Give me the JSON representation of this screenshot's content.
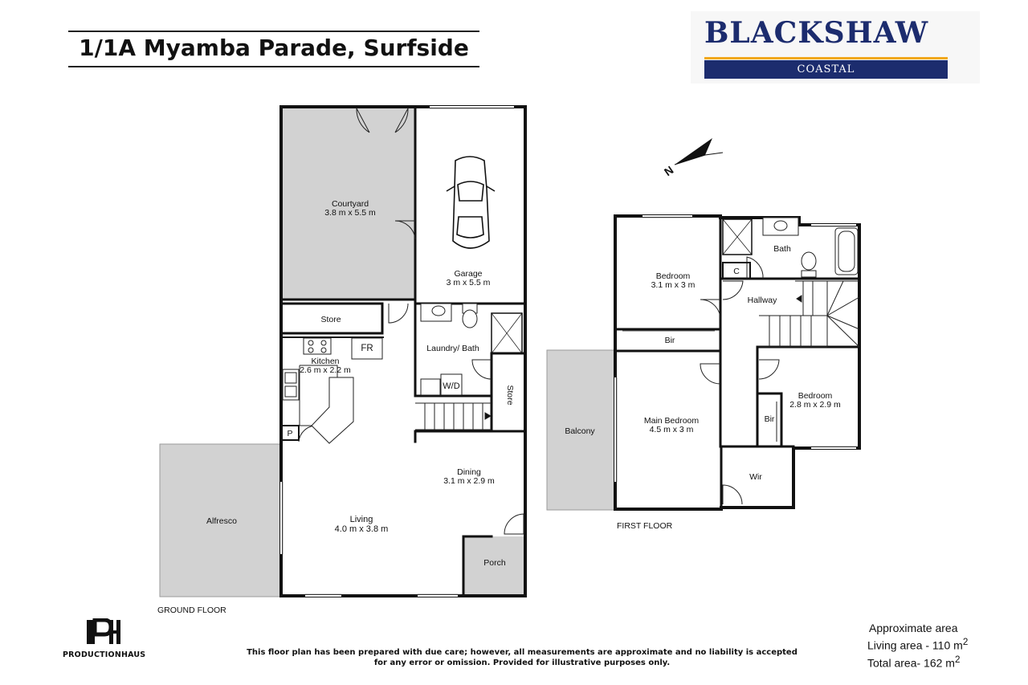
{
  "header": {
    "address": "1/1A Myamba Parade, Surfside"
  },
  "brand": {
    "name": "BLACKSHAW",
    "tagline": "COASTAL",
    "colors": {
      "navy": "#1c2c6e",
      "gold": "#f2a81d"
    }
  },
  "ground_floor": {
    "label": "GROUND FLOOR",
    "rooms": {
      "courtyard": {
        "name": "Courtyard",
        "size": "3.8 m x 5.5 m"
      },
      "garage": {
        "name": "Garage",
        "size": "3 m x 5.5 m"
      },
      "store_top": {
        "name": "Store"
      },
      "laundry_bath": {
        "name": "Laundry/ Bath"
      },
      "kitchen": {
        "name": "Kitchen",
        "size": "2.6 m x 2.2 m"
      },
      "fr": {
        "name": "FR"
      },
      "wd": {
        "name": "W/D"
      },
      "store_side": {
        "name": "Store"
      },
      "pantry": {
        "name": "P"
      },
      "dining": {
        "name": "Dining",
        "size": "3.1 m x 2.9 m"
      },
      "living": {
        "name": "Living",
        "size": "4.0 m x 3.8 m"
      },
      "porch": {
        "name": "Porch"
      },
      "alfresco": {
        "name": "Alfresco"
      }
    }
  },
  "first_floor": {
    "label": "FIRST  FLOOR",
    "rooms": {
      "bedroom1": {
        "name": "Bedroom",
        "size": "3.1 m x 3 m"
      },
      "bath": {
        "name": "Bath"
      },
      "c": {
        "name": "C"
      },
      "hallway": {
        "name": "Hallway"
      },
      "bir1": {
        "name": "Bir"
      },
      "balcony": {
        "name": "Balcony"
      },
      "main_bedroom": {
        "name": "Main Bedroom",
        "size": "4.5 m x 3 m"
      },
      "bedroom2": {
        "name": "Bedroom",
        "size": "2.8 m x 2.9 m"
      },
      "bir2": {
        "name": "Bir"
      },
      "wir": {
        "name": "Wir"
      }
    }
  },
  "compass": {
    "icon": "north-arrow-icon",
    "letter": "N"
  },
  "area": {
    "heading": "Approximate area",
    "living": {
      "label": "Living area - 110 m",
      "sup": "2"
    },
    "total": {
      "label": "Total area- 162 m",
      "sup": "2"
    }
  },
  "disclaimer": {
    "line1": "This floor plan has been prepared with due care; however, all measurements are approximate and no liability is accepted",
    "line2": "for any error or omission. Provided for illustrative purposes only."
  },
  "studio": {
    "name": "PRODUCTIONHAUS",
    "icon": "productionhaus-logo-icon"
  }
}
